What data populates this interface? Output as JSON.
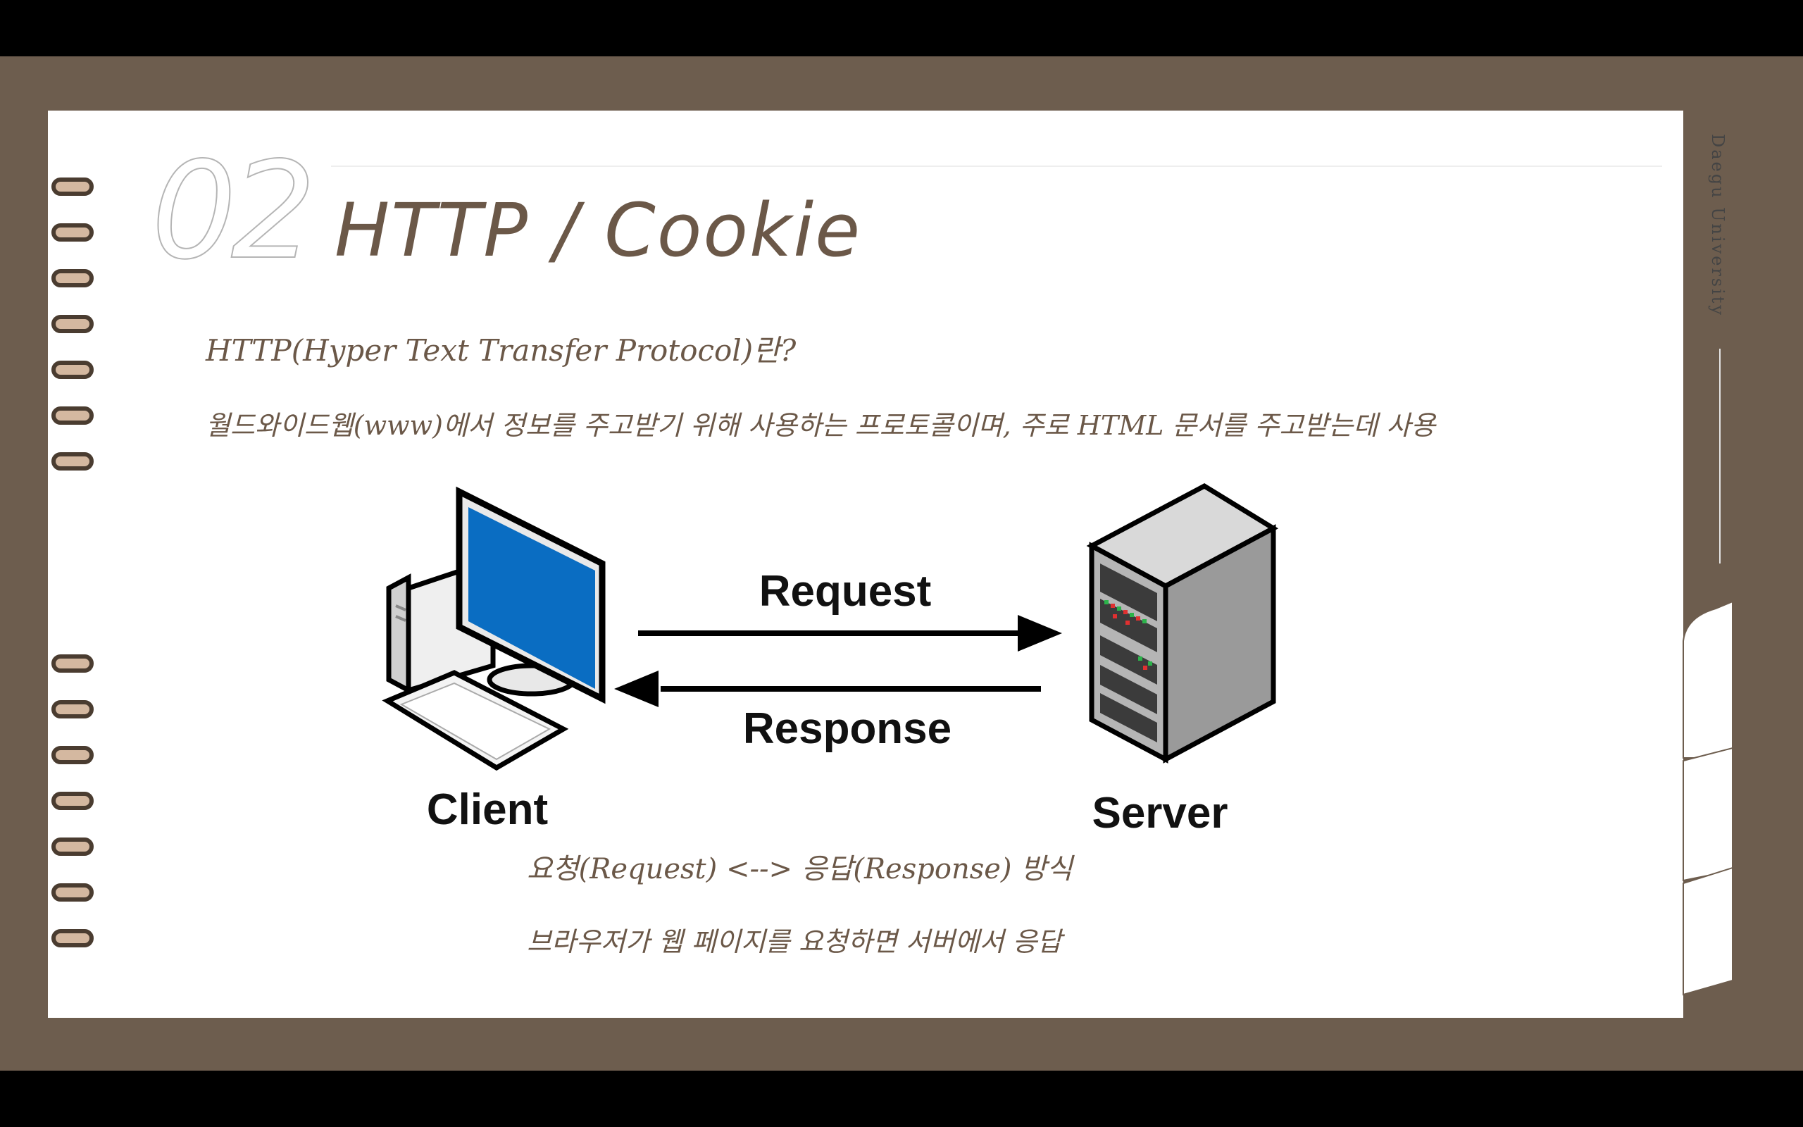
{
  "slide": {
    "number": "02",
    "title": "HTTP / Cookie",
    "subtitle": "HTTP(Hyper Text Transfer Protocol)란?",
    "definition": "월드와이드웹(www)에서 정보를 주고받기 위해 사용하는 프로토콜이며, 주로 HTML 문서를 주고받는데 사용",
    "side_label": "Daegu University",
    "note1": "요청(Request) <--> 응답(Response) 방식",
    "note2": "브라우저가 웹 페이지를 요청하면 서버에서 응답"
  },
  "diagram": {
    "request_label": "Request",
    "response_label": "Response",
    "client_label": "Client",
    "server_label": "Server"
  },
  "colors": {
    "board": "#6d5d4e",
    "text": "#6b5848",
    "monitor_screen": "#0a6dc2",
    "server_body": "#9b9b9b"
  }
}
